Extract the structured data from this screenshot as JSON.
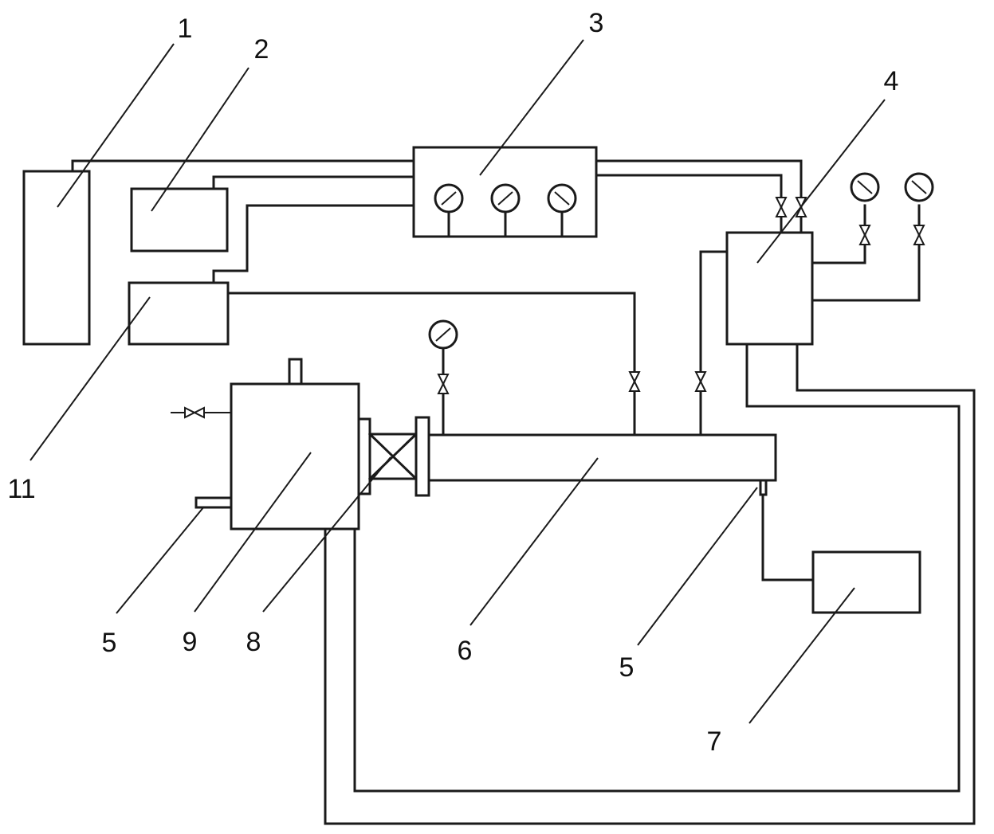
{
  "labels": {
    "l1": "1",
    "l2": "2",
    "l3": "3",
    "l4": "4",
    "l5a": "5",
    "l5b": "5",
    "l6": "6",
    "l7": "7",
    "l8": "8",
    "l9": "9",
    "l11": "11"
  },
  "icons": [
    "pressure-gauge-icon",
    "valve-icon"
  ],
  "colors": {
    "line": "#1a1a1a",
    "background": "#ffffff"
  }
}
